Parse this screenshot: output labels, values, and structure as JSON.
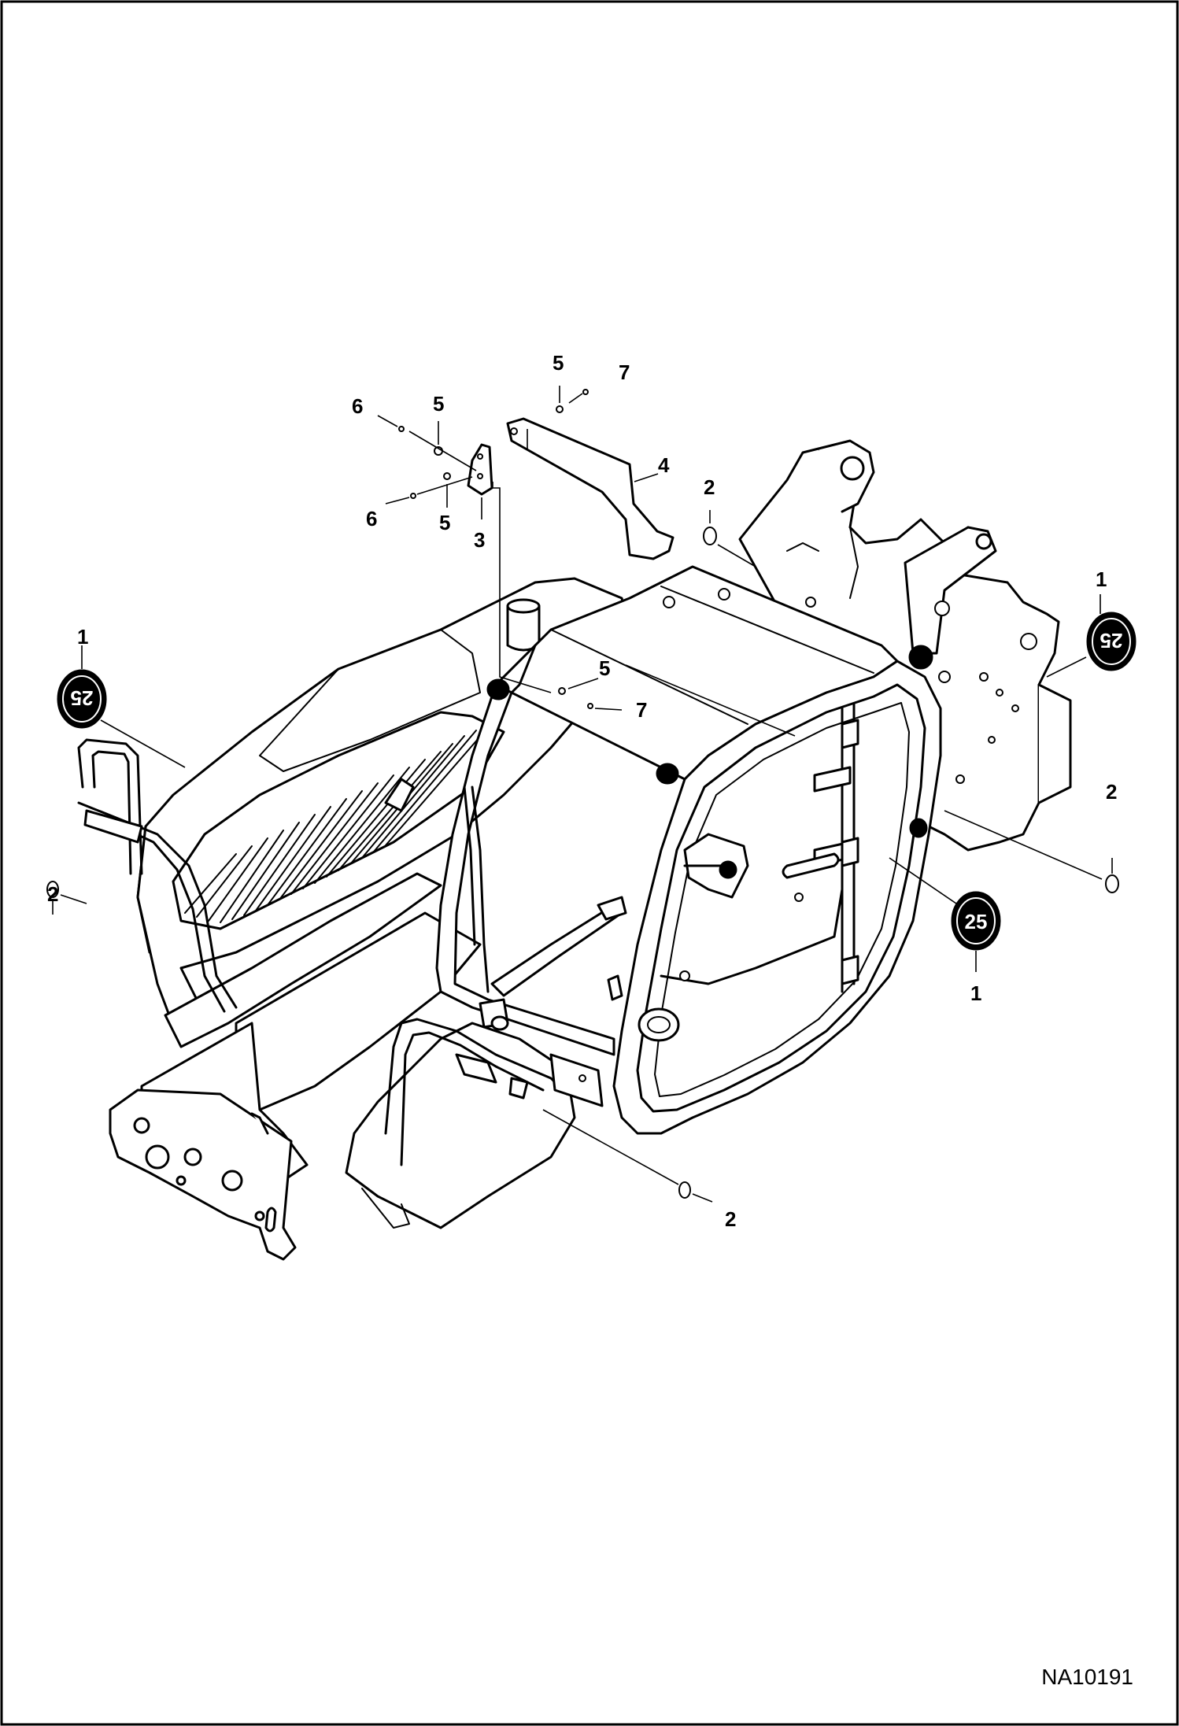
{
  "drawing": {
    "drawing_number": "NA10191",
    "border_color": "#000000",
    "background_color": "#ffffff"
  },
  "callouts": [
    {
      "id": "c5-top",
      "label": "5"
    },
    {
      "id": "c7-top",
      "label": "7"
    },
    {
      "id": "c6-upper",
      "label": "6"
    },
    {
      "id": "c5-upper",
      "label": "5"
    },
    {
      "id": "c4",
      "label": "4"
    },
    {
      "id": "c2-top",
      "label": "2"
    },
    {
      "id": "c6-lower",
      "label": "6"
    },
    {
      "id": "c5-lower",
      "label": "5"
    },
    {
      "id": "c3",
      "label": "3"
    },
    {
      "id": "c1-right",
      "label": "1"
    },
    {
      "id": "c1-left",
      "label": "1"
    },
    {
      "id": "c5-mid",
      "label": "5"
    },
    {
      "id": "c7-mid",
      "label": "7"
    },
    {
      "id": "c2-right",
      "label": "2"
    },
    {
      "id": "c2-left",
      "label": "2"
    },
    {
      "id": "c1-bottom",
      "label": "1"
    },
    {
      "id": "c2-bottom",
      "label": "2"
    }
  ],
  "decals": {
    "text": "25"
  }
}
